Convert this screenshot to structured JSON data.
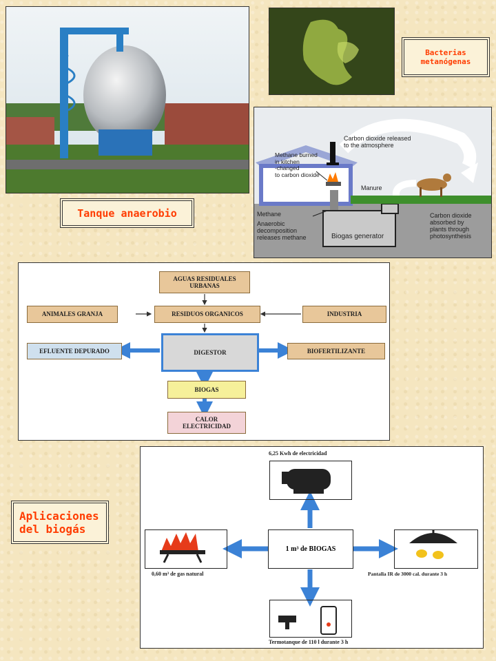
{
  "labels": {
    "tanque": "Tanque anaerobio",
    "bacterias": "Bacterias\nmetanógenas",
    "aplicaciones": "Aplicaciones\ndel biogás"
  },
  "biogas_cycle": {
    "co2_released": "Carbon dioxide released\nto the atmosphere",
    "methane_burned": "Methane burned\nin kitchen\n-changed\nto carbon dioxide",
    "manure": "Manure",
    "methane": "Methane",
    "anaerobic": "Anaerobic\ndecomposition\nreleases methane",
    "generator": "Biogas generator",
    "co2_absorbed": "Carbon dioxide\nabsorbed by\nplants through\nphotosynthesis"
  },
  "flow": {
    "aguas": "AGUAS RESIDUALES\nURBANAS",
    "animales": "ANIMALES GRANJA",
    "residuos": "RESIDUOS ORGANICOS",
    "industria": "INDUSTRIA",
    "efluente": "EFLUENTE DEPURADO",
    "digestor": "DIGESTOR",
    "biofertilizante": "BIOFERTILIZANTE",
    "biogas": "BIOGAS",
    "calor": "CALOR\nELECTRICIDAD"
  },
  "apps": {
    "top": "6,25 Kwh de electricidad",
    "center": "1 m³ de BIOGAS",
    "left": "0,60 m³ de gas natural",
    "right": "Pantalla IR de 3000 cal. durante 3 h",
    "bottom": "Termotanque de 110 l durante 3 h"
  },
  "colors": {
    "label_text": "#ff3c00",
    "flow_tan": "#e8c79a",
    "flow_blue": "#cfe0ee",
    "flow_yellow": "#f6f09a",
    "flow_pink": "#f3d3d8",
    "flow_gray": "#d8d8d8",
    "arrow_blue": "#3b82d6"
  }
}
